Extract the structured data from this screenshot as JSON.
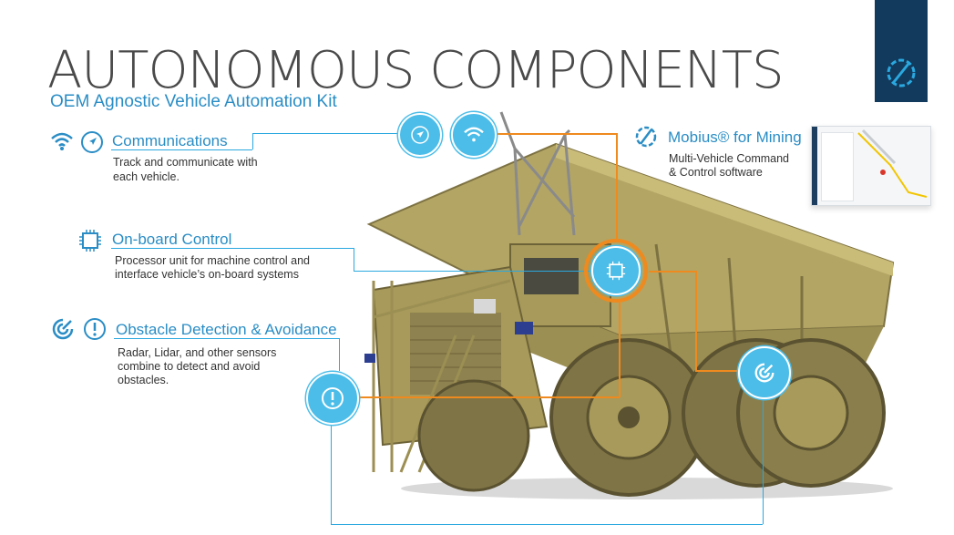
{
  "header": {
    "title": "AUTONOMOUS COMPONENTS",
    "subtitle": "OEM Agnostic Vehicle Automation Kit"
  },
  "features": {
    "communications": {
      "title": "Communications",
      "desc_line1": "Track and communicate with",
      "desc_line2": "each vehicle."
    },
    "onboard": {
      "title": "On-board Control",
      "desc_line1": "Processor unit for machine control and",
      "desc_line2": "interface vehicle’s on-board systems"
    },
    "obstacle": {
      "title": "Obstacle Detection & Avoidance",
      "desc_line1": "Radar, Lidar, and other sensors",
      "desc_line2": "combine to detect and avoid",
      "desc_line3": "obstacles."
    }
  },
  "mobius": {
    "title": "Mobius® for Mining",
    "desc_line1": "Multi-Vehicle Command",
    "desc_line2": "& Control software"
  },
  "colors": {
    "accent_blue": "#2a8dc5",
    "badge_blue": "#4cbde8",
    "connector_orange": "#ef8a1f",
    "brand_navy": "#123a5c",
    "truck_olive": "#a89a5a"
  },
  "icons": [
    "wifi-icon",
    "navigation-arrow-icon",
    "chip-icon",
    "radar-icon",
    "alert-icon",
    "mobius-gear-icon"
  ]
}
